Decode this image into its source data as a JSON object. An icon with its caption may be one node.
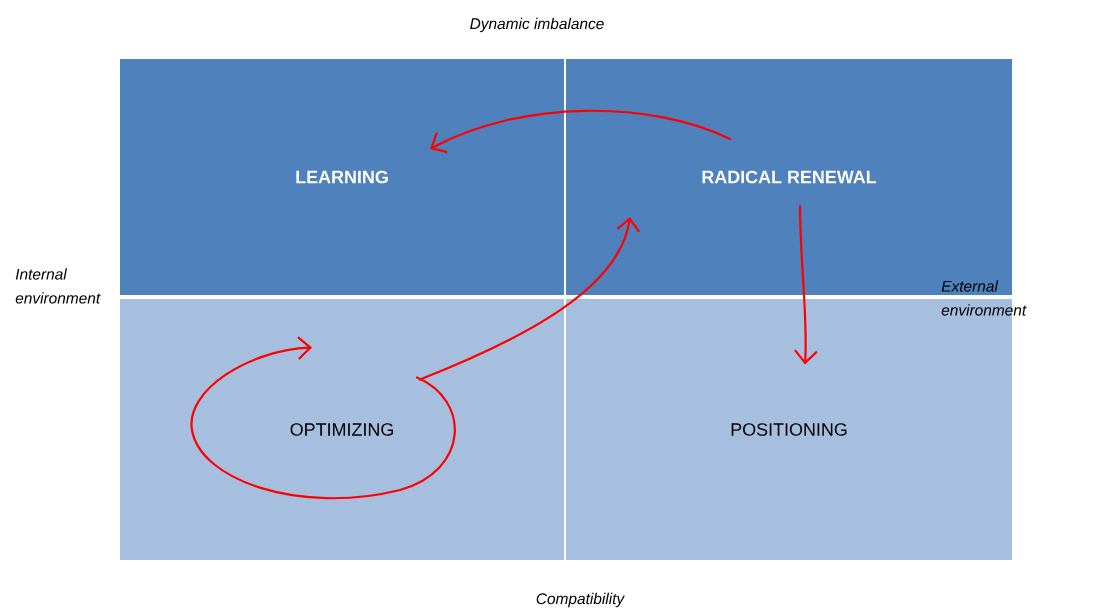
{
  "diagram": {
    "nodes": [
      {
        "text": [
          "LEARNING"
        ]
      },
      {
        "text": [
          "RADICAL RENEWAL"
        ]
      },
      {
        "text": [
          "OPTIMIZING"
        ]
      },
      {
        "text": [
          "POSITIONING"
        ]
      }
    ],
    "edges": [
      {
        "from": 1,
        "to": 0,
        "arrow": "to"
      },
      {
        "from": 2,
        "to": 1,
        "arrow": "to"
      },
      {
        "from": 1,
        "to": 3,
        "arrow": "to"
      },
      {
        "from": 2,
        "to": 2,
        "arrow": "to"
      }
    ],
    "labels": [
      "Dynamic imbalance",
      "Internal environment",
      "External environment",
      "Compatibility"
    ]
  }
}
